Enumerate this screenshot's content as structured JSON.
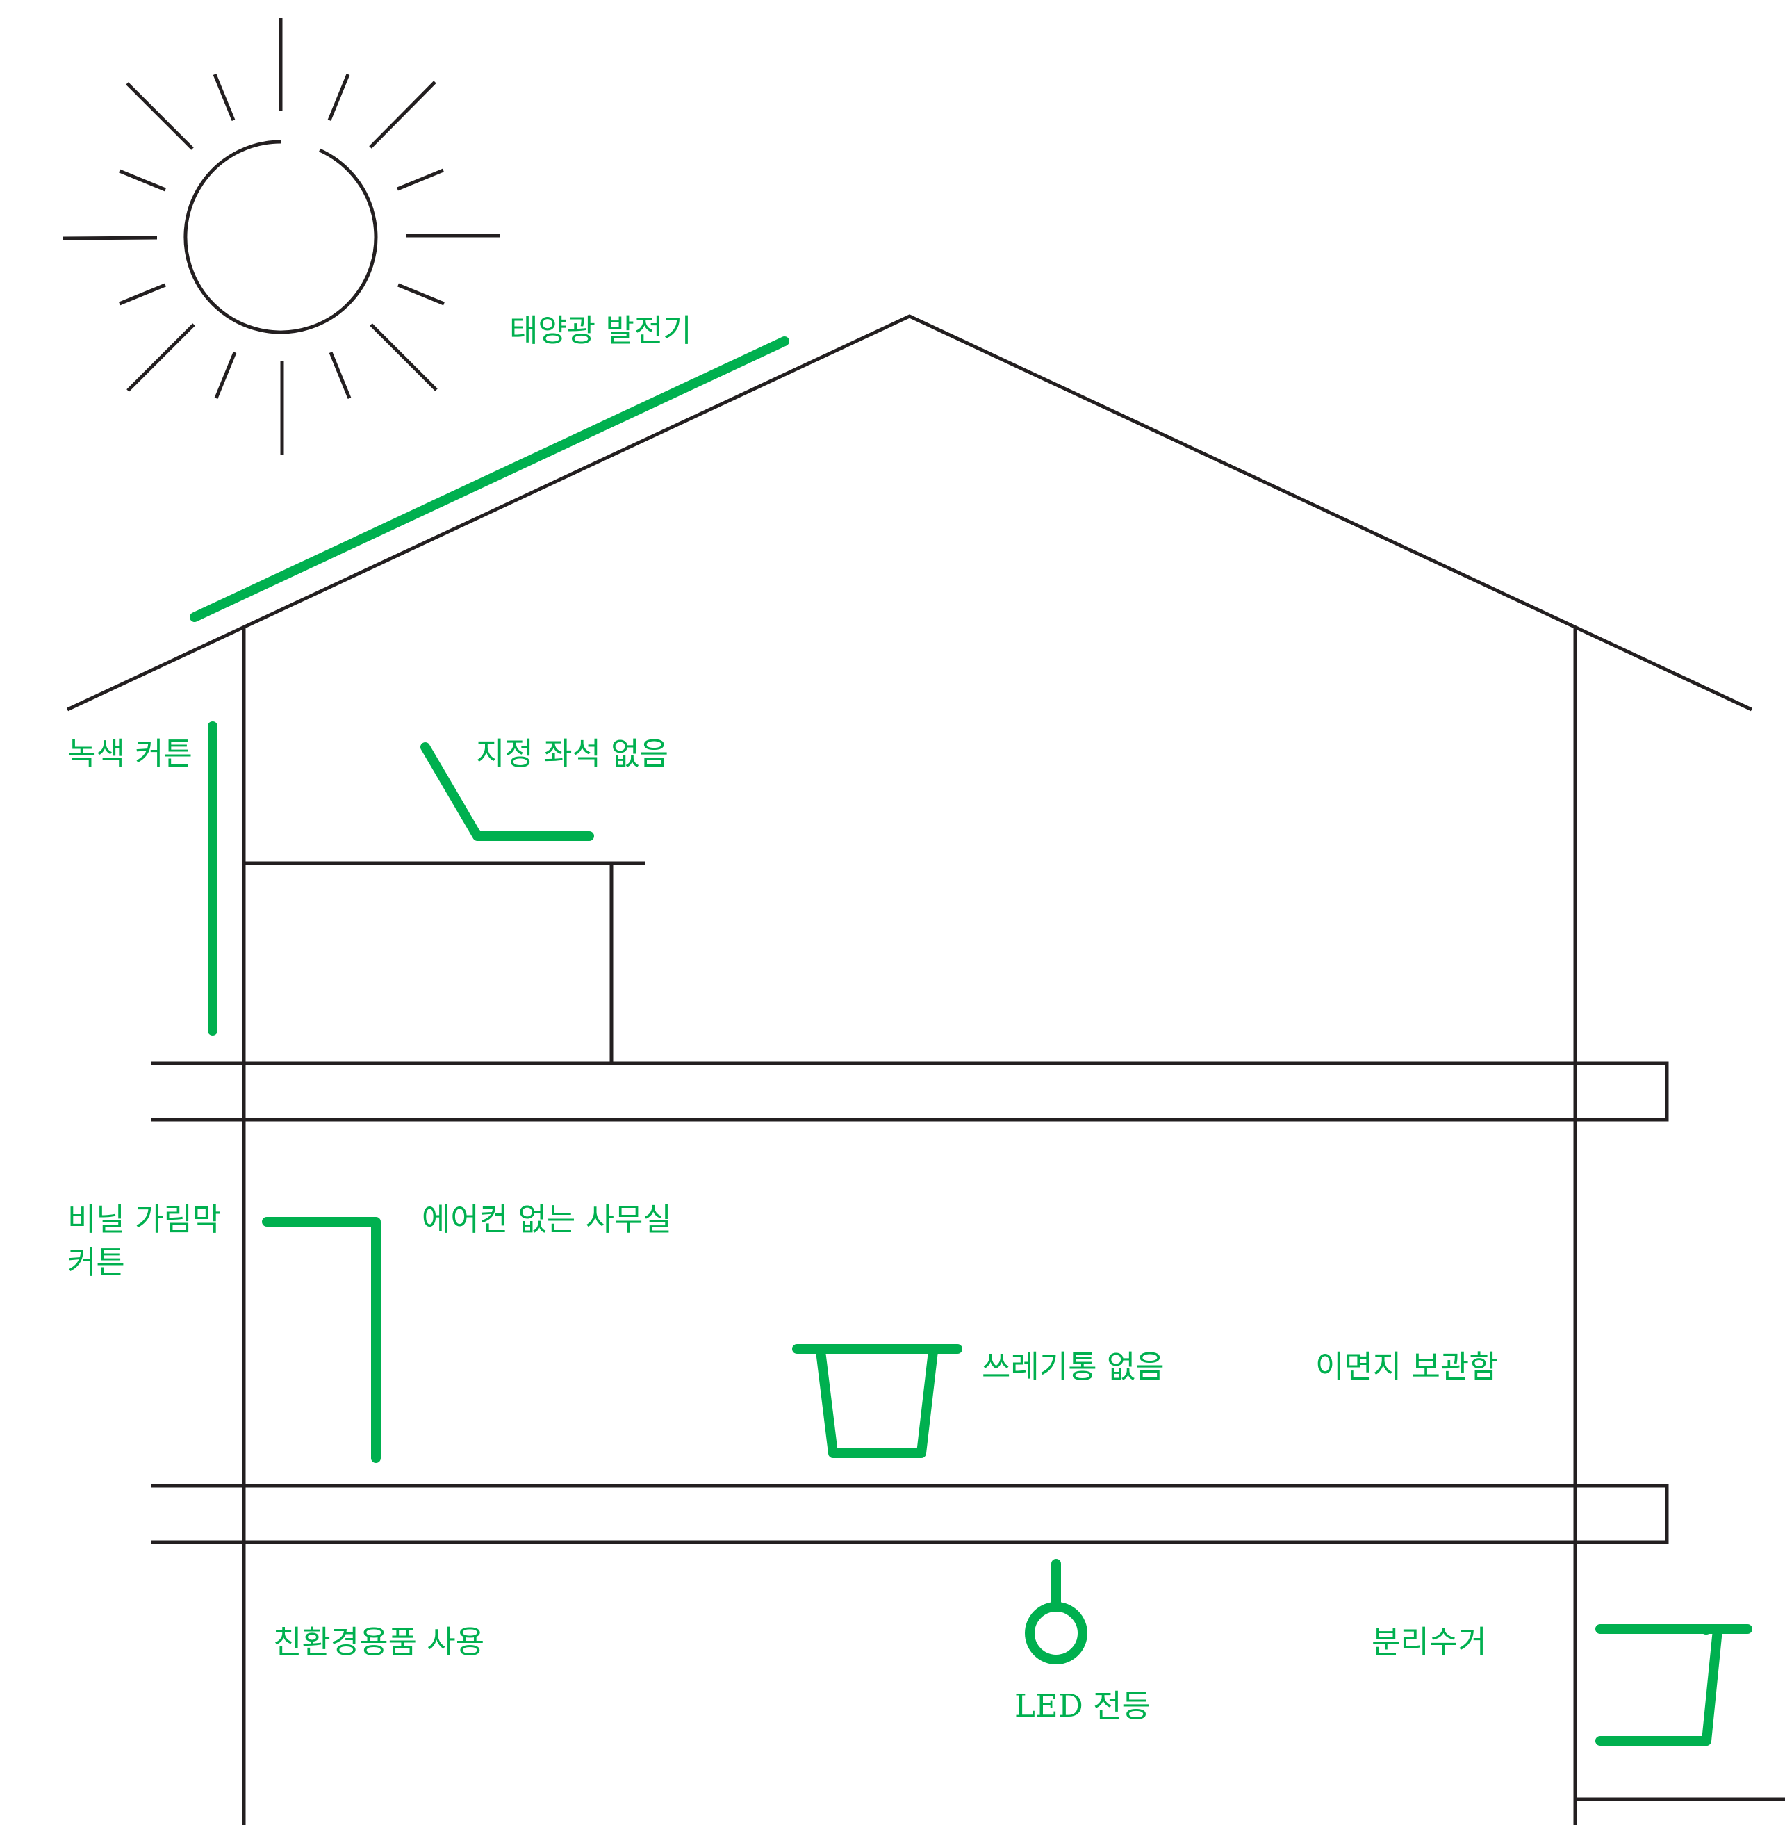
{
  "colors": {
    "ink": "#231f20",
    "accent": "#00b04f",
    "background": "#ffffff"
  },
  "icons": [
    "sun-icon",
    "solar-panel-icon",
    "chair-icon",
    "curtain-icon",
    "trash-can-icon",
    "led-lamp-icon",
    "recycle-bin-icon"
  ],
  "labels": {
    "solar_panel": "태양광 발전기",
    "green_curtain": "녹색 커튼",
    "no_assigned_seat": "지정 좌석 없음",
    "vinyl_curtain_line1": "비닐 가림막",
    "vinyl_curtain_line2": "커튼",
    "no_aircon_office": "에어컨 없는 사무실",
    "no_trash_can": "쓰레기통 없음",
    "scrap_paper_box": "이면지 보관함",
    "eco_products": "친환경용품 사용",
    "led_light": "LED 전등",
    "recycling": "분리수거"
  }
}
